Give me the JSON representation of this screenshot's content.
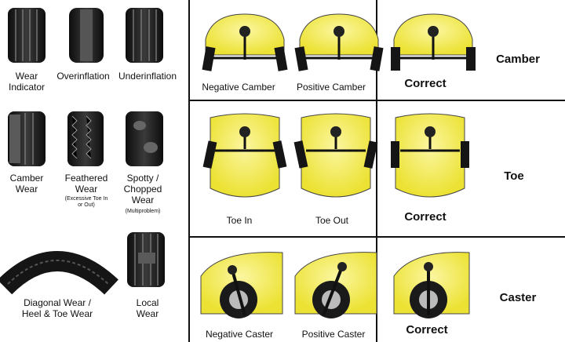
{
  "tire_wear": {
    "wear_indicator": "Wear Indicator",
    "overinflation": "Overinflation",
    "underinflation": "Underinflation",
    "camber_wear": "Camber Wear",
    "feathered_wear": "Feathered Wear",
    "feathered_note": "(Excessive Toe In or Out)",
    "spotty_wear": "Spotty / Chopped Wear",
    "spotty_note": "(Multiproblem)",
    "diagonal_wear": "Diagonal Wear / Heel & Toe Wear",
    "local_wear": "Local Wear"
  },
  "alignment": {
    "camber": {
      "negative": "Negative Camber",
      "positive": "Positive Camber",
      "correct": "Correct",
      "title": "Camber"
    },
    "toe": {
      "in": "Toe In",
      "out": "Toe Out",
      "correct": "Correct",
      "title": "Toe"
    },
    "caster": {
      "negative": "Negative Caster",
      "positive": "Positive Caster",
      "correct": "Correct",
      "title": "Caster"
    }
  },
  "colors": {
    "car_yellow": "#f2ea3a",
    "tire": "#1b1b1b",
    "line": "#111111"
  }
}
